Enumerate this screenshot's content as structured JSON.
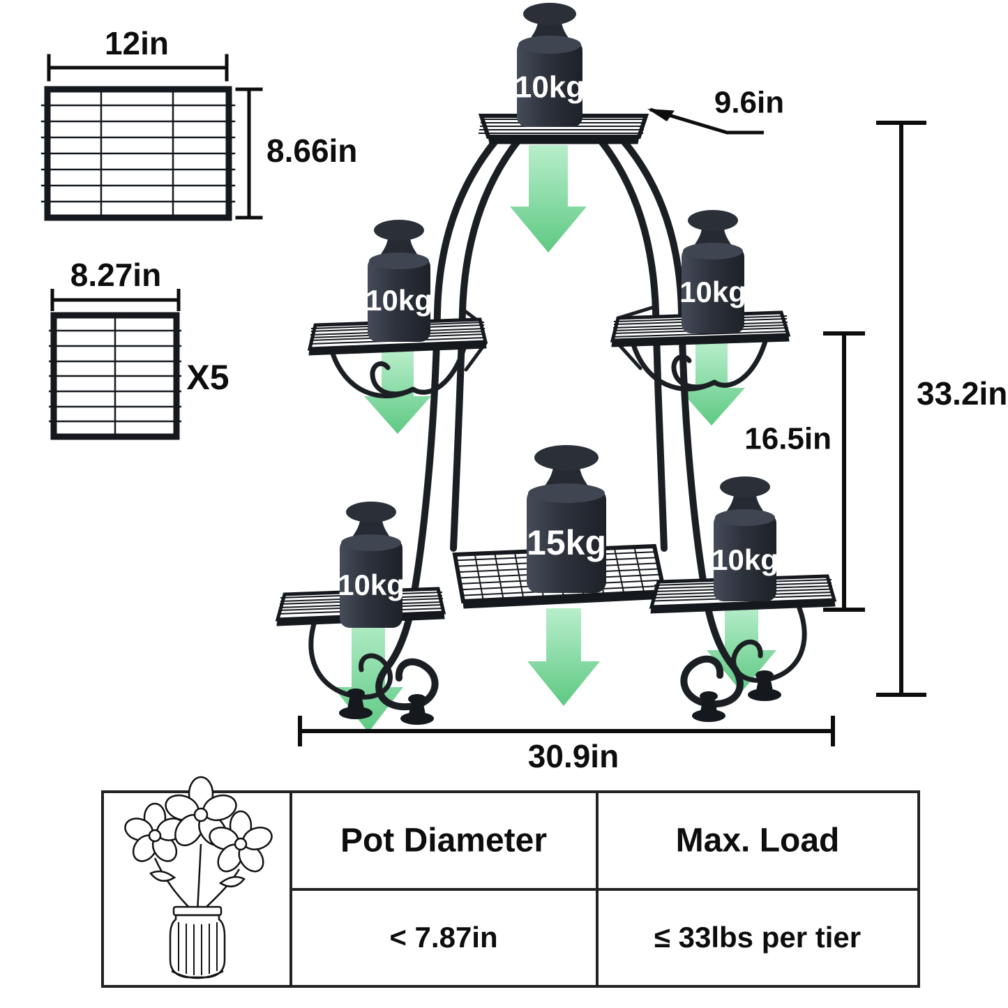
{
  "shelves": {
    "large": {
      "width_label": "12in",
      "height_label": "8.66in"
    },
    "small": {
      "width_label": "8.27in",
      "quantity_label": "X5"
    }
  },
  "stand": {
    "top_shelf_depth_label": "9.6in",
    "overall_height_label": "33.2in",
    "tier_spacing_label": "16.5in",
    "overall_width_label": "30.9in",
    "weights": {
      "top": "10kg",
      "mid_left": "10kg",
      "mid_right": "10kg",
      "bottom_left": "10kg",
      "bottom_center": "15kg",
      "bottom_right": "10kg"
    }
  },
  "spec_table": {
    "pot_diameter": {
      "header": "Pot Diameter",
      "value": "< 7.87in"
    },
    "max_load": {
      "header": "Max. Load",
      "value": "≤ 33lbs per tier"
    }
  },
  "colors": {
    "metal": "#1b1f24",
    "arrow_green": "#6fce8e",
    "text": "#0d0d0d"
  }
}
